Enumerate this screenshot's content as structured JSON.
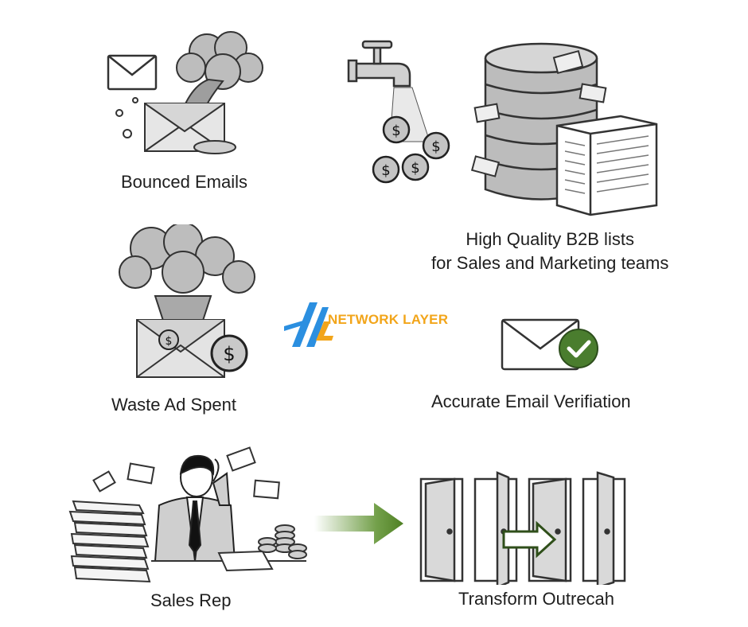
{
  "brand": {
    "name": "NETWORK LAYER",
    "accent_blue": "#2b8fe0",
    "accent_orange": "#f2a51a"
  },
  "panels": {
    "bounced_emails": {
      "caption": "Bounced Emails"
    },
    "b2b_lists": {
      "caption_line1": "High Quality B2B lists",
      "caption_line2": "for Sales and Marketing teams"
    },
    "waste_ad": {
      "caption": "Waste Ad Spent"
    },
    "email_verification": {
      "caption": "Accurate Email Verifiation"
    },
    "sales_rep": {
      "caption": "Sales Rep"
    },
    "transform": {
      "caption": "Transform Outrecah"
    }
  },
  "icons": {
    "bounced": [
      "envelope-icon",
      "smoke-cloud-icon"
    ],
    "b2b": [
      "faucet-icon",
      "dollar-coin-icon",
      "database-icon",
      "document-icon"
    ],
    "waste": [
      "envelope-icon",
      "smoke-cloud-icon",
      "dollar-coin-icon"
    ],
    "verification": [
      "envelope-icon",
      "checkmark-icon"
    ],
    "sales_rep": [
      "person-icon",
      "paper-stack-icon",
      "coin-stack-icon",
      "envelope-icon"
    ],
    "transform": [
      "door-icon",
      "arrow-right-icon"
    ]
  },
  "colors": {
    "arrow_green": "#5a8f2a",
    "check_green": "#4a7d2e",
    "ink": "#2a2a2a",
    "gray_fill": "#c9c9c9"
  }
}
